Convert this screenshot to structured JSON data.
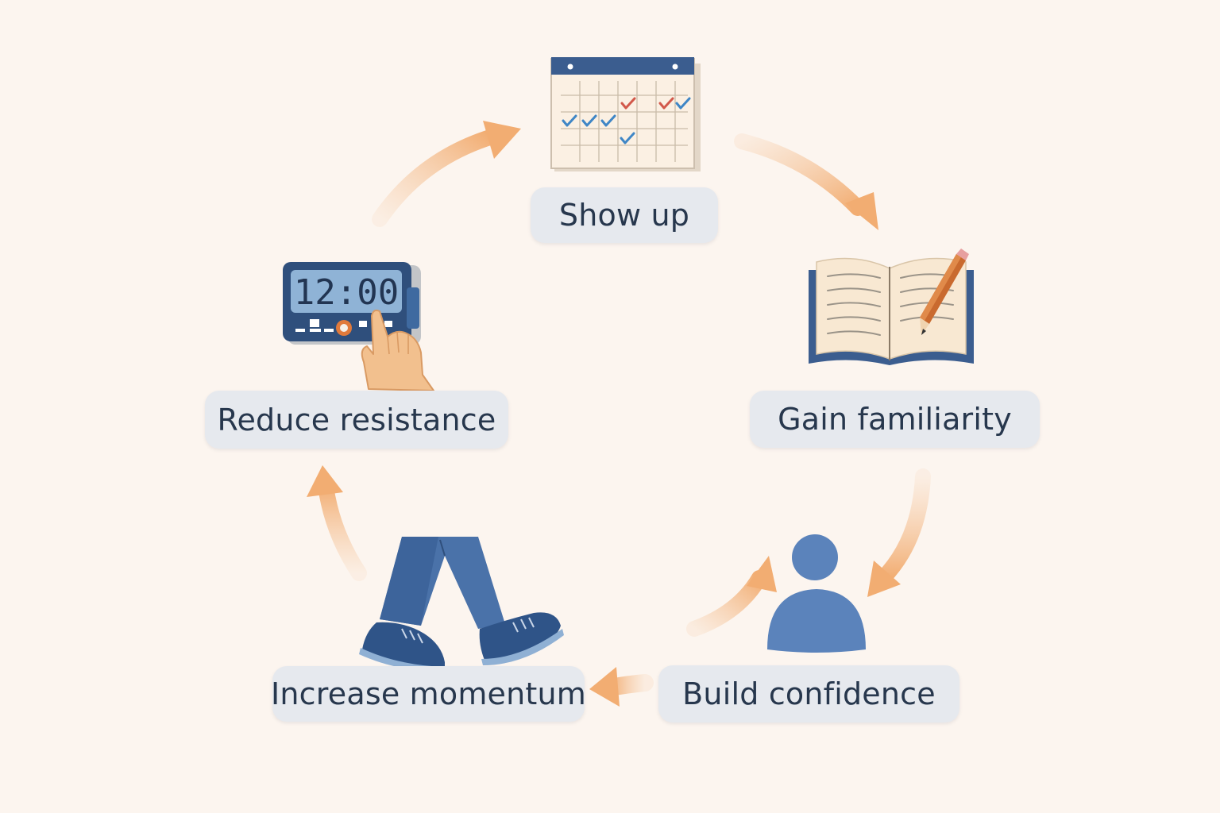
{
  "steps": [
    {
      "label": "Show up",
      "icon": "calendar-icon"
    },
    {
      "label": "Gain familiarity",
      "icon": "open-book-icon"
    },
    {
      "label": "Build confidence",
      "icon": "person-icon"
    },
    {
      "label": "Increase momentum",
      "icon": "walking-legs-icon"
    },
    {
      "label": "Reduce resistance",
      "icon": "alarm-clock-icon"
    }
  ],
  "clock": {
    "display": "12:00"
  },
  "colors": {
    "background": "#fcf5ef",
    "label_bg": "#e6e9ee",
    "label_text": "#27374d",
    "arrow": "#f2ad72",
    "blue": "#3b5d8f",
    "check_blue": "#3f86c6",
    "check_red": "#d2584a"
  }
}
